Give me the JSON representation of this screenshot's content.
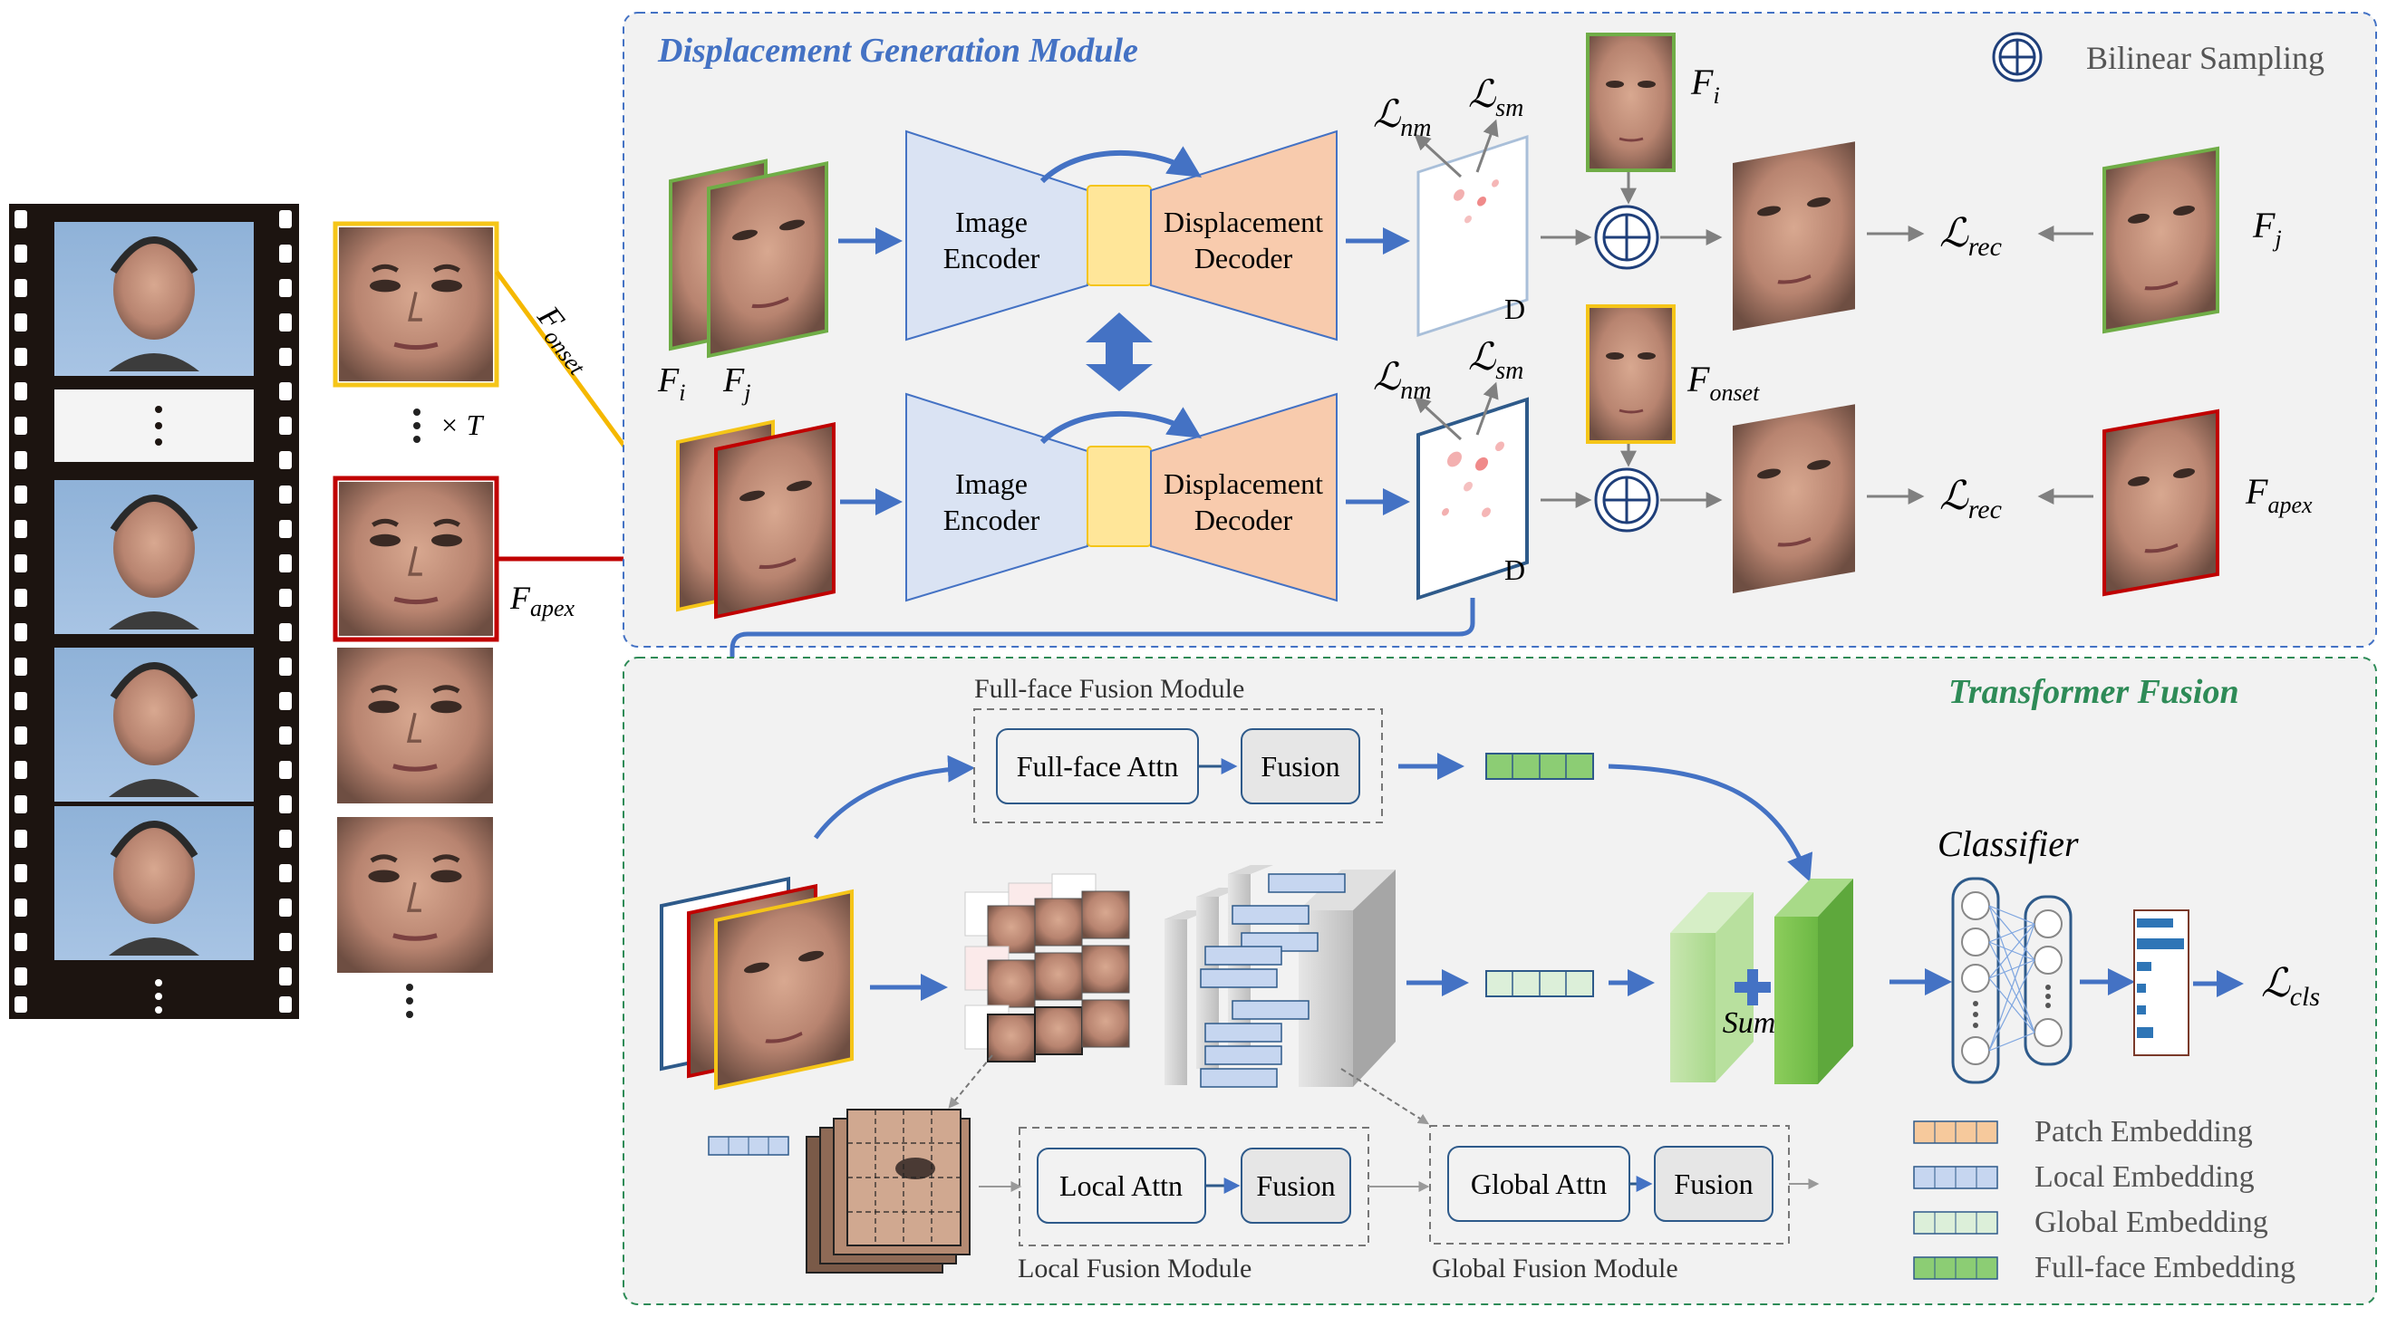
{
  "modules": {
    "displacement_title": "Displacement Generation Module",
    "transformer_title": "Transformer Fusion",
    "fullface_module": "Full-face Fusion Module",
    "local_module": "Local Fusion Module",
    "global_module": "Global Fusion Module"
  },
  "bilinear_label": "Bilinear Sampling",
  "encoder": "Image",
  "encoder2": "Encoder",
  "decoder": "Displacement",
  "decoder2": "Decoder",
  "losses": {
    "nm_main": "ℒ",
    "nm_sub": "nm",
    "sm_main": "ℒ",
    "sm_sub": "sm",
    "rec_main": "ℒ",
    "rec_sub": "rec",
    "cls_main": "ℒ",
    "cls_sub": "cls"
  },
  "frames": {
    "Fi": "F",
    "Fi_sub": "i",
    "Fj": "F",
    "Fj_sub": "j",
    "Fonset": "F",
    "Fonset_sub": "onset",
    "Fapex": "F",
    "Fapex_sub": "apex",
    "times_T": "× T",
    "D": "D"
  },
  "attn": {
    "fullface": "Full-face Attn",
    "fusion": "Fusion",
    "local": "Local Attn",
    "global": "Global Attn"
  },
  "classifier": "Classifier",
  "sum": "Sum",
  "legend": [
    {
      "label": "Patch Embedding",
      "color": "#f6c99c"
    },
    {
      "label": "Local Embedding",
      "color": "#c6d6f0"
    },
    {
      "label": "Global Embedding",
      "color": "#dcefd9"
    },
    {
      "label": "Full-face Embedding",
      "color": "#8ccd74"
    }
  ],
  "colors": {
    "blue_arrow": "#4472c4",
    "green_frame": "#70ad47",
    "yellow_frame": "#f5c518",
    "red_frame": "#c00000",
    "encoder_fill": "#dae3f3",
    "decoder_fill": "#f8cbad",
    "bottleneck_fill": "#ffe699",
    "title_blue": "#4472c4",
    "title_green": "#2e8b57"
  }
}
